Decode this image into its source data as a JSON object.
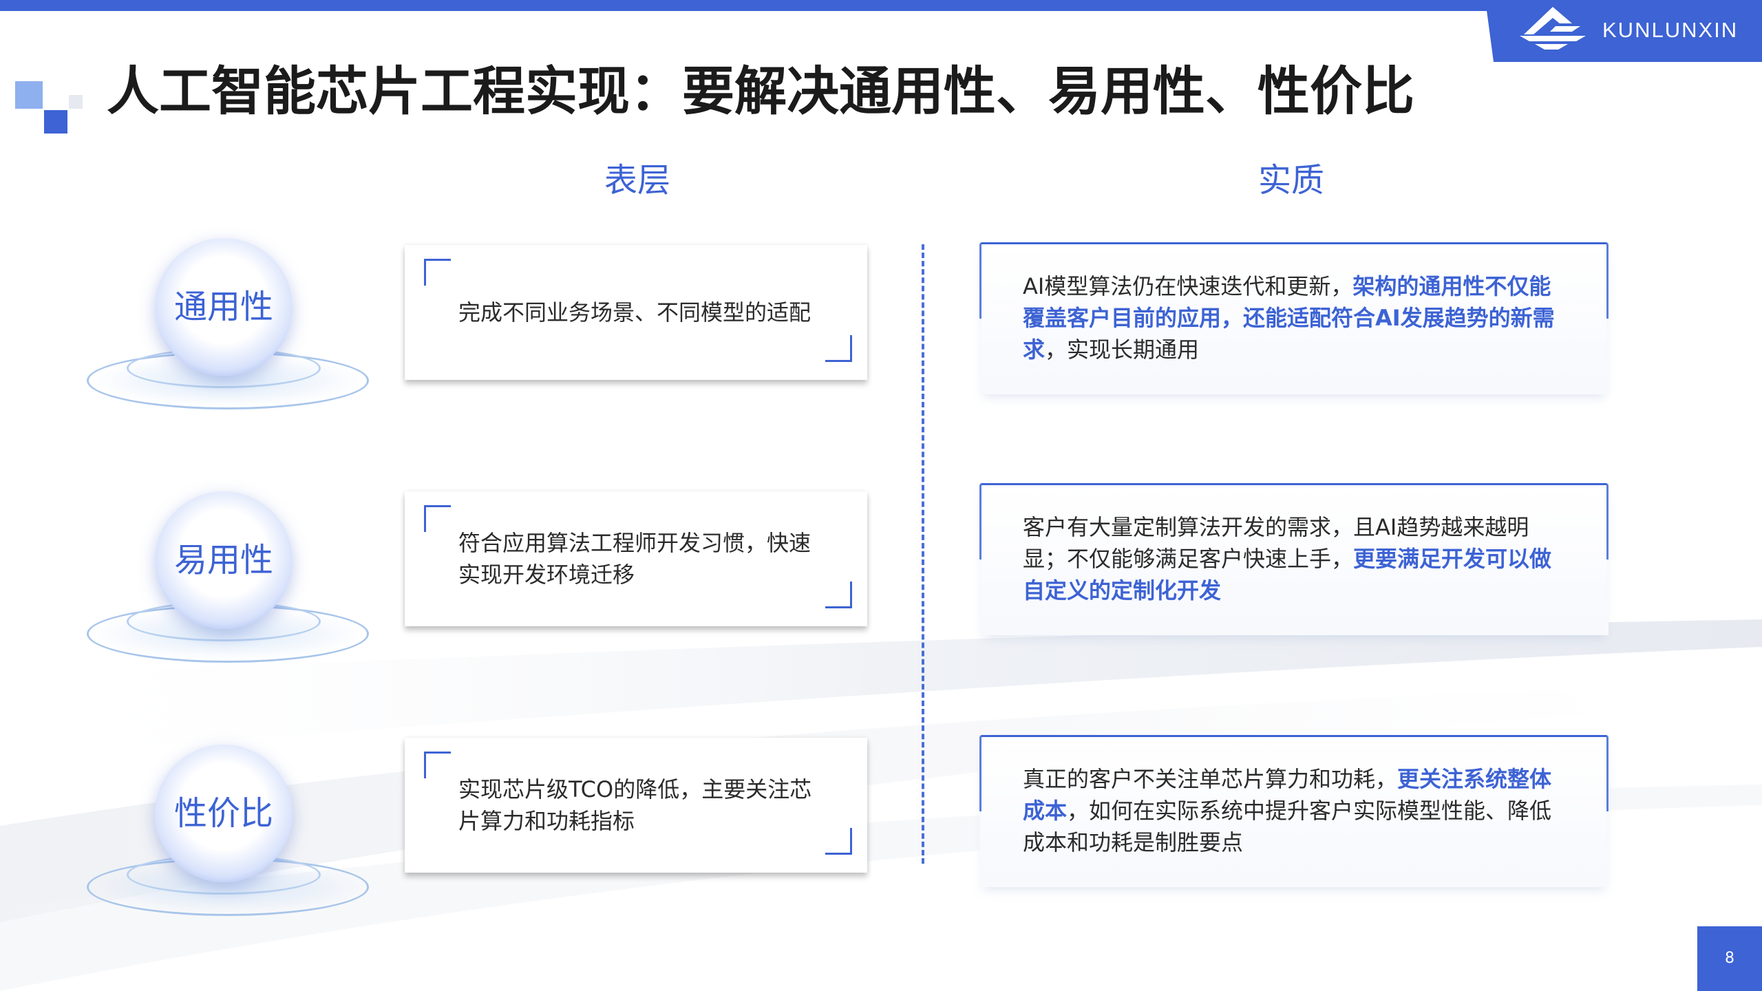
{
  "header": {
    "brand": "KUNLUNXIN",
    "logo_icon": "kunlunxin-logo-icon",
    "title": "人工智能芯片工程实现：要解决通用性、易用性、性价比"
  },
  "columns": {
    "surface": "表层",
    "essence": "实质"
  },
  "rows": [
    {
      "label": "通用性",
      "surface": "完成不同业务场景、不同模型的适配",
      "essence": [
        {
          "text": "AI模型算法仍在快速迭代和更新，",
          "highlight": false
        },
        {
          "text": "架构的通用性不仅能覆盖客户目前的应用，还能适配符合AI发展趋势的新需求",
          "highlight": true
        },
        {
          "text": "，实现长期通用",
          "highlight": false
        }
      ]
    },
    {
      "label": "易用性",
      "surface": "符合应用算法工程师开发习惯，快速实现开发环境迁移",
      "essence": [
        {
          "text": "客户有大量定制算法开发的需求，且AI趋势越来越明显；不仅能够满足客户快速上手，",
          "highlight": false
        },
        {
          "text": "更要满足开发可以做自定义的定制化开发",
          "highlight": true
        }
      ]
    },
    {
      "label": "性价比",
      "surface": "实现芯片级TCO的降低，主要关注芯片算力和功耗指标",
      "essence": [
        {
          "text": "真正的客户不关注单芯片算力和功耗，",
          "highlight": false
        },
        {
          "text": "更关注系统整体成本",
          "highlight": true
        },
        {
          "text": "，如何在实际系统中提升客户实际模型性能、降低成本和功耗是制胜要点",
          "highlight": false
        }
      ]
    }
  ],
  "page_number": "8",
  "colors": {
    "accent": "#3d63d4",
    "accent_light": "#8fb0ee",
    "text": "#222222"
  }
}
